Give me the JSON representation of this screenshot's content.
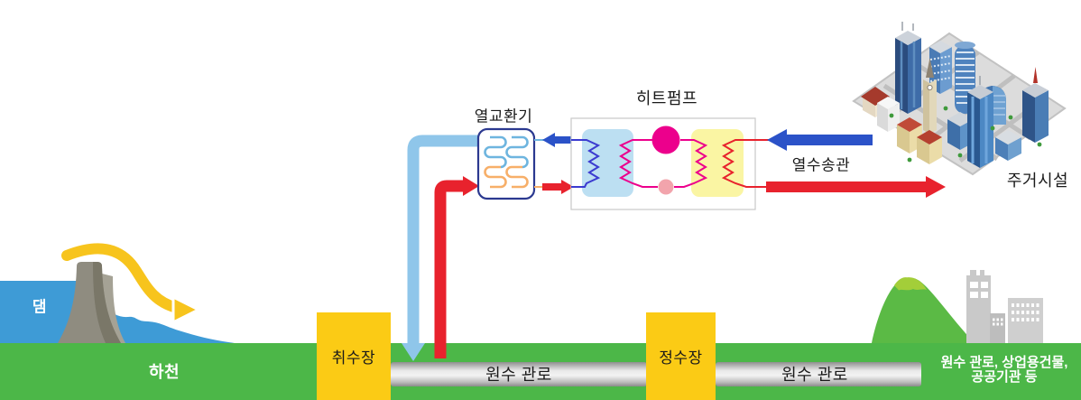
{
  "diagram": {
    "labels": {
      "heat_exchanger": "열교환기",
      "heat_pump": "히트펌프",
      "heat_transport_pipe": "열수송관",
      "residential": "주거시설",
      "dam": "댐",
      "river": "하천",
      "intake_station": "취수장",
      "purification_plant": "정수장",
      "raw_water_pipe_left": "원수 관로",
      "raw_water_pipe_right": "원수 관로",
      "consumers_line1": "원수 관로, 상업용건물,",
      "consumers_line2": "공공기관 등"
    }
  },
  "colors": {
    "ground_green": "#4CB748",
    "hill_green": "#5BBA45",
    "hill_cap": "#A3CE39",
    "water_blue": "#3E9BD6",
    "dam_gray": "#8F8C80",
    "dam_gray_dark": "#7A7768",
    "dam_gray_light": "#A5A295",
    "station_yellow": "#FBCB15",
    "overflow_yellow": "#F7C41D",
    "pipe_light_blue": "#8FC6EA",
    "flow_red": "#E8222D",
    "arrow_blue": "#2B52C8",
    "royal_blue": "#3B3BD0",
    "magenta": "#EC008C",
    "pink_valve": "#F2A4AC",
    "evap_fill": "#BCDFF2",
    "cond_fill": "#FAF5A3",
    "hx_border": "#2B3990",
    "coil_blue": "#6EB5DF",
    "coil_orange": "#F7AF69",
    "hp_border": "#CBCBCB",
    "building_gray": "#C9C9C9",
    "text_dark": "#1A1A1A",
    "text_white": "#FFFFFF"
  }
}
